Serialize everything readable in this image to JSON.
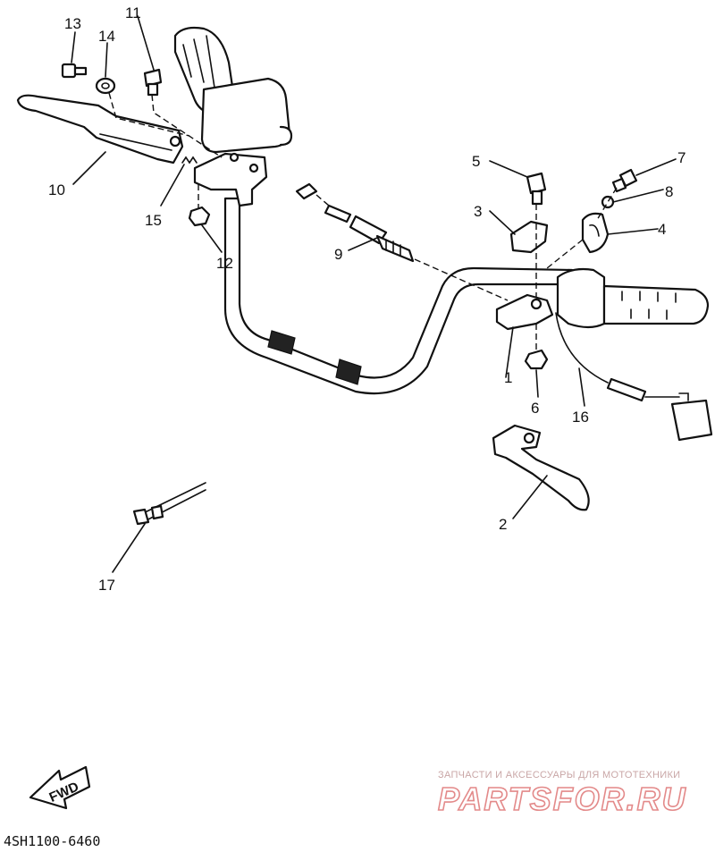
{
  "callouts": [
    {
      "id": "1",
      "label": "1"
    },
    {
      "id": "2",
      "label": "2"
    },
    {
      "id": "3",
      "label": "3"
    },
    {
      "id": "4",
      "label": "4"
    },
    {
      "id": "5",
      "label": "5"
    },
    {
      "id": "6",
      "label": "6"
    },
    {
      "id": "7",
      "label": "7"
    },
    {
      "id": "8",
      "label": "8"
    },
    {
      "id": "9",
      "label": "9"
    },
    {
      "id": "10",
      "label": "10"
    },
    {
      "id": "11",
      "label": "11"
    },
    {
      "id": "12",
      "label": "12"
    },
    {
      "id": "13",
      "label": "13"
    },
    {
      "id": "14",
      "label": "14"
    },
    {
      "id": "15",
      "label": "15"
    },
    {
      "id": "16",
      "label": "16"
    },
    {
      "id": "17",
      "label": "17"
    }
  ],
  "fwd_label": "FWD",
  "diagram_code": "4SH1100-6460",
  "watermark": {
    "subtitle": "ЗАПЧАСТИ И АКСЕССУАРЫ ДЛЯ МОТОТЕХНИКИ",
    "brand": "PARTSFOR.RU"
  },
  "colors": {
    "line": "#111111",
    "watermark": "#e38a8a"
  }
}
